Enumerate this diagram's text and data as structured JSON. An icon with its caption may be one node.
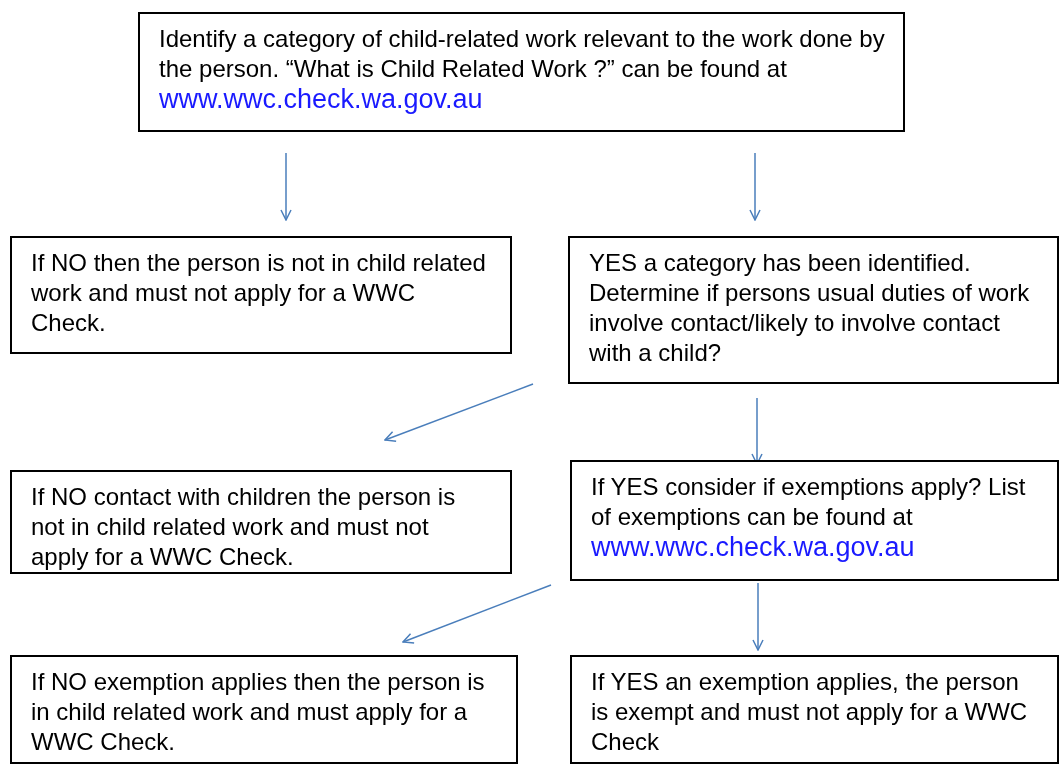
{
  "diagram": {
    "nodes": [
      {
        "text": [
          "Identify a category of child-related work relevant to the work done by the person. “What is Child Related Work ?” can be found at",
          "www.wwc.check.wa.gov.au"
        ]
      },
      {
        "text": [
          "If NO then the person is not in child related work and must not apply for a WWC Check."
        ]
      },
      {
        "text": [
          "YES a category has been identified. Determine if persons usual duties of work involve contact/likely to involve contact with a child?"
        ]
      },
      {
        "text": [
          "If NO contact with children the person is not in child related work and must not apply for a WWC Check."
        ]
      },
      {
        "text": [
          "If YES consider if exemptions apply? List of exemptions can be found at",
          "www.wwc.check.wa.gov.au"
        ]
      },
      {
        "text": [
          "If NO exemption applies then the person is in child related work and must apply for a WWC Check."
        ]
      },
      {
        "text": [
          "If YES an exemption applies, the person is exempt and must not apply for a WWC Check"
        ]
      }
    ],
    "edges": [
      {
        "from": 0,
        "to": 1,
        "arrow": "to"
      },
      {
        "from": 0,
        "to": 2,
        "arrow": "to"
      },
      {
        "from": 2,
        "to": 3,
        "arrow": "to"
      },
      {
        "from": 2,
        "to": 4,
        "arrow": "to"
      },
      {
        "from": 4,
        "to": 5,
        "arrow": "to"
      },
      {
        "from": 4,
        "to": 6,
        "arrow": "to"
      }
    ]
  }
}
